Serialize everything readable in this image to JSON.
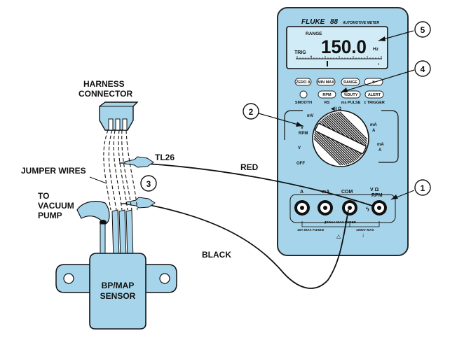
{
  "labels": {
    "harness_line1": "HARNESS",
    "harness_line2": "CONNECTOR",
    "jumper_wires": "JUMPER WIRES",
    "vacuum_line1": "TO",
    "vacuum_line2": "VACUUM",
    "vacuum_line3": "PUMP",
    "tl26": "TL26",
    "red": "RED",
    "black": "BLACK",
    "sensor_line1": "BP/MAP",
    "sensor_line2": "SENSOR"
  },
  "callouts": {
    "c1": "1",
    "c2": "2",
    "c3": "3",
    "c4": "4",
    "c5": "5"
  },
  "meter": {
    "brand": "FLUKE",
    "model": "88",
    "subtitle": "AUTOMOTIVE METER",
    "display": {
      "range": "RANGE",
      "value": "150.0",
      "unit": "Hz",
      "trig": "TRIG",
      "scale_start": "0",
      "scale_end": "4"
    },
    "buttons_row1": [
      "ZERO Δ",
      "MIN MAX",
      "RANGE",
      "☀"
    ],
    "buttons_row2": [
      "RPM",
      "%DUTY",
      "ALERT"
    ],
    "button_sublabels": {
      "smooth": "SMOOTH",
      "rpm": "RS",
      "duty": "ms PULSE",
      "alert": "± TRIGGER"
    },
    "dial": {
      "off": "OFF",
      "mv": "mV",
      "diode_ohm": "◀)) Ω",
      "v_rpm_left": "V",
      "rpm_left": "RPM",
      "v_ac": "V",
      "ma_top": "mA",
      "a_top": "A",
      "ma_right": "mA",
      "a_right": "A"
    },
    "jacks": {
      "a": "A",
      "ma": "mA",
      "com": "COM",
      "v_ohm": "V Ω",
      "rpm": "RPM",
      "fuse_a": "10A MAX FUSED",
      "fuse_ma": "400mA MAX FUSED",
      "max_v": "1000V MAX"
    }
  },
  "colors": {
    "meter_body": "#a6d5eb",
    "meter_outline": "#2a2a2a",
    "lcd": "#d2ecf7",
    "line": "#1a1a1a"
  }
}
